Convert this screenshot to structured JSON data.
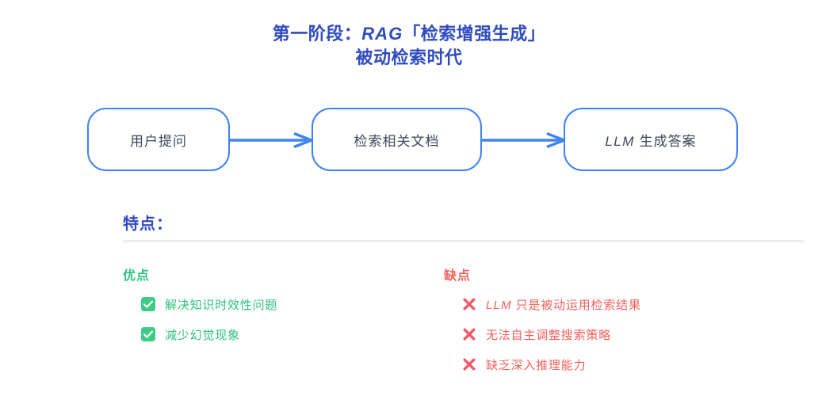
{
  "title": {
    "line1_pre": "第一阶段：",
    "line1_latin": "RAG",
    "line1_post": "「检索增强生成」",
    "line2": "被动检索时代",
    "color": "#2f4bbf"
  },
  "flow": {
    "arrow_icon_name": "arrow-right-icon",
    "box_border_color": "#3f83f3",
    "boxes": [
      {
        "label": "用户提问",
        "latin": "",
        "label_post": ""
      },
      {
        "label": "检索相关文档",
        "latin": "",
        "label_post": ""
      },
      {
        "label": "",
        "latin": "LLM",
        "label_post": " 生成答案"
      }
    ]
  },
  "features": {
    "heading": "特点：",
    "heading_color": "#2f4bbf",
    "divider_color": "#eceef1"
  },
  "pros": {
    "heading": "优点",
    "color": "#2ec27e",
    "icon_name": "check-mark-button-icon",
    "items": [
      {
        "pre": "",
        "latin": "",
        "post": "解决知识时效性问题"
      },
      {
        "pre": "",
        "latin": "",
        "post": "减少幻觉现象"
      }
    ]
  },
  "cons": {
    "heading": "缺点",
    "color": "#f4615c",
    "icon_name": "cross-mark-icon",
    "items": [
      {
        "pre": "",
        "latin": "LLM",
        "post": " 只是被动运用检索结果"
      },
      {
        "pre": "",
        "latin": "",
        "post": "无法自主调整搜索策略"
      },
      {
        "pre": "",
        "latin": "",
        "post": "缺乏深入推理能力"
      }
    ]
  }
}
